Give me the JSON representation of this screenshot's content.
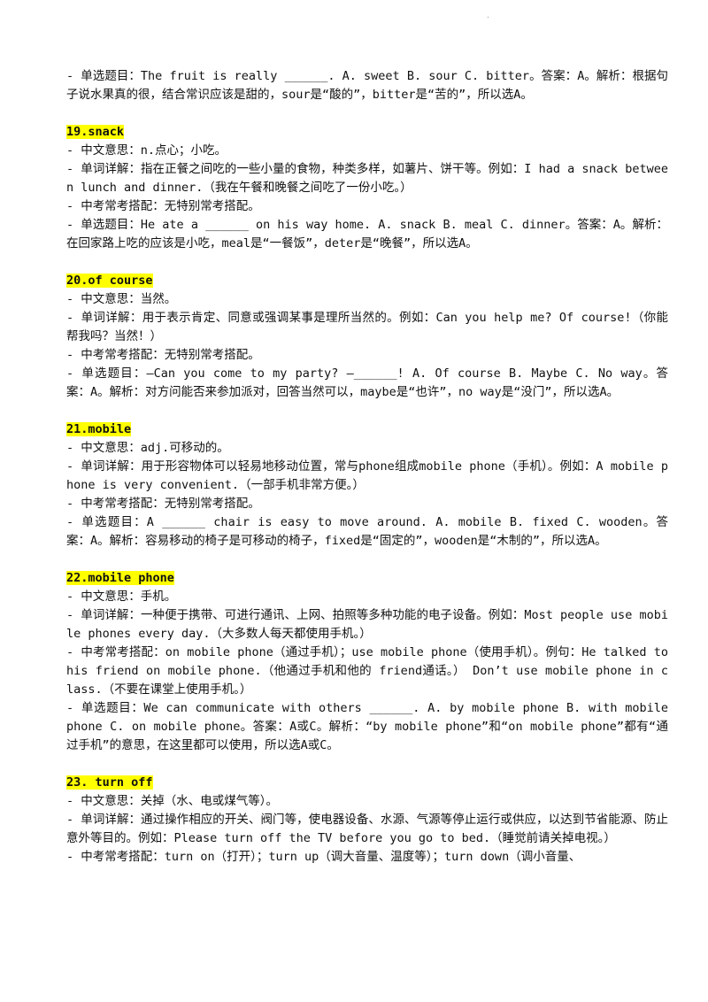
{
  "top_mark": "·",
  "intro": {
    "question": "- 单选题目：The fruit is really ______. A. sweet B. sour C. bitter。答案：A。解析：根据句子说水果真的很，结合常识应该是甜的，sour是“酸的”，bitter是“苦的”，所以选A。"
  },
  "entries": [
    {
      "title": "19.snack",
      "meaning": "- 中文意思：n.点心；小吃。",
      "detail": "- 单词详解：指在正餐之间吃的一些小量的食物，种类多样，如薯片、饼干等。例如：I had a snack between lunch and dinner.（我在午餐和晚餐之间吃了一份小吃。）",
      "collocation": "- 中考常考搭配：无特别常考搭配。",
      "question": "- 单选题目：He ate a ______ on his way home. A. snack B. meal C. dinner。答案：A。解析：在回家路上吃的应该是小吃，meal是“一餐饭”，deter是“晚餐”，所以选A。"
    },
    {
      "title": "20.of course",
      "meaning": "- 中文意思：当然。",
      "detail": "- 单词详解：用于表示肯定、同意或强调某事是理所当然的。例如：Can you help me? Of course!（你能帮我吗？当然！）",
      "collocation": "- 中考常考搭配：无特别常考搭配。",
      "question": "- 单选题目：—Can you come to my party? —______! A. Of course B. Maybe C. No way。答案：A。解析：对方问能否来参加派对，回答当然可以，maybe是“也许”，no way是“没门”，所以选A。"
    },
    {
      "title": "21.mobile",
      "meaning": "- 中文意思：adj.可移动的。",
      "detail": "- 单词详解：用于形容物体可以轻易地移动位置，常与phone组成mobile phone（手机）。例如：A mobile phone is very convenient.（一部手机非常方便。）",
      "collocation": "- 中考常考搭配：无特别常考搭配。",
      "question": "- 单选题目：A ______ chair is easy to move around. A. mobile B. fixed C. wooden。答案：A。解析：容易移动的椅子是可移动的椅子，fixed是“固定的”，wooden是“木制的”，所以选A。"
    },
    {
      "title": "22.mobile phone",
      "meaning": "- 中文意思：手机。",
      "detail": "- 单词详解：一种便于携带、可进行通讯、上网、拍照等多种功能的电子设备。例如：Most people use mobile phones every day.（大多数人每天都使用手机。）",
      "collocation": "- 中考常考搭配：on mobile phone（通过手机）；use mobile phone（使用手机）。例句：He talked to his friend on mobile phone.（他通过手机和他的 friend通话。） Don’t use mobile phone in class.（不要在课堂上使用手机。）",
      "question": "- 单选题目：We can communicate with others ______. A. by mobile phone B. with mobile phone C. on mobile phone。答案：A或C。解析：“by mobile phone”和“on mobile phone”都有“通过手机”的意思，在这里都可以使用，所以选A或C。"
    },
    {
      "title": "23. turn off",
      "meaning": "- 中文意思：关掉（水、电或煤气等）。",
      "detail": "- 单词详解：通过操作相应的开关、阀门等，使电器设备、水源、气源等停止运行或供应，以达到节省能源、防止意外等目的。例如：Please turn off the TV before you go to bed.（睡觉前请关掉电视。）",
      "collocation": "- 中考常考搭配：turn on（打开）；turn up（调大音量、温度等）；turn down（调小音量、"
    }
  ]
}
